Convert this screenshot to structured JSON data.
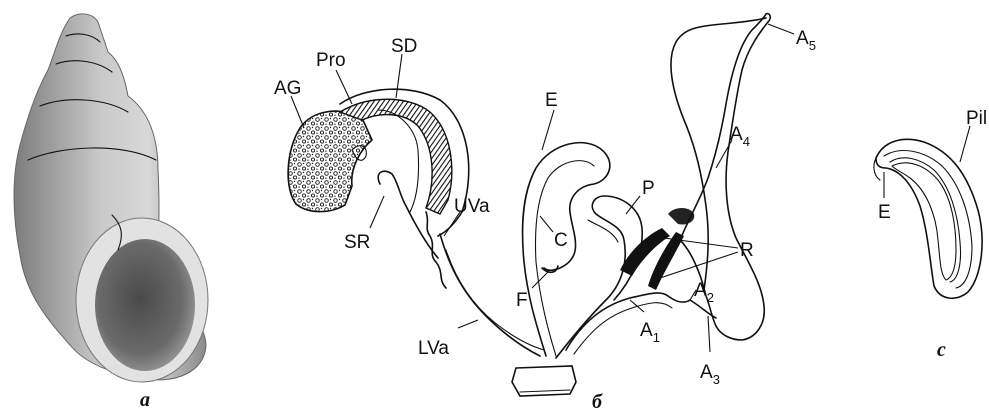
{
  "panel_captions": {
    "a": "a",
    "b": "б",
    "c": "c"
  },
  "labels": {
    "AG": "AG",
    "Pro": "Pro",
    "SD": "SD",
    "SR": "SR",
    "UVa": "UVa",
    "LVa": "LVa",
    "E": "E",
    "C": "C",
    "F": "F",
    "P": "P",
    "R": "R",
    "A1": "A",
    "A1_sub": "1",
    "A2": "A",
    "A2_sub": "2",
    "A3": "A",
    "A3_sub": "3",
    "A4": "A",
    "A4_sub": "4",
    "A5": "A",
    "A5_sub": "5",
    "Pil": "Pil",
    "E_c": "E"
  }
}
